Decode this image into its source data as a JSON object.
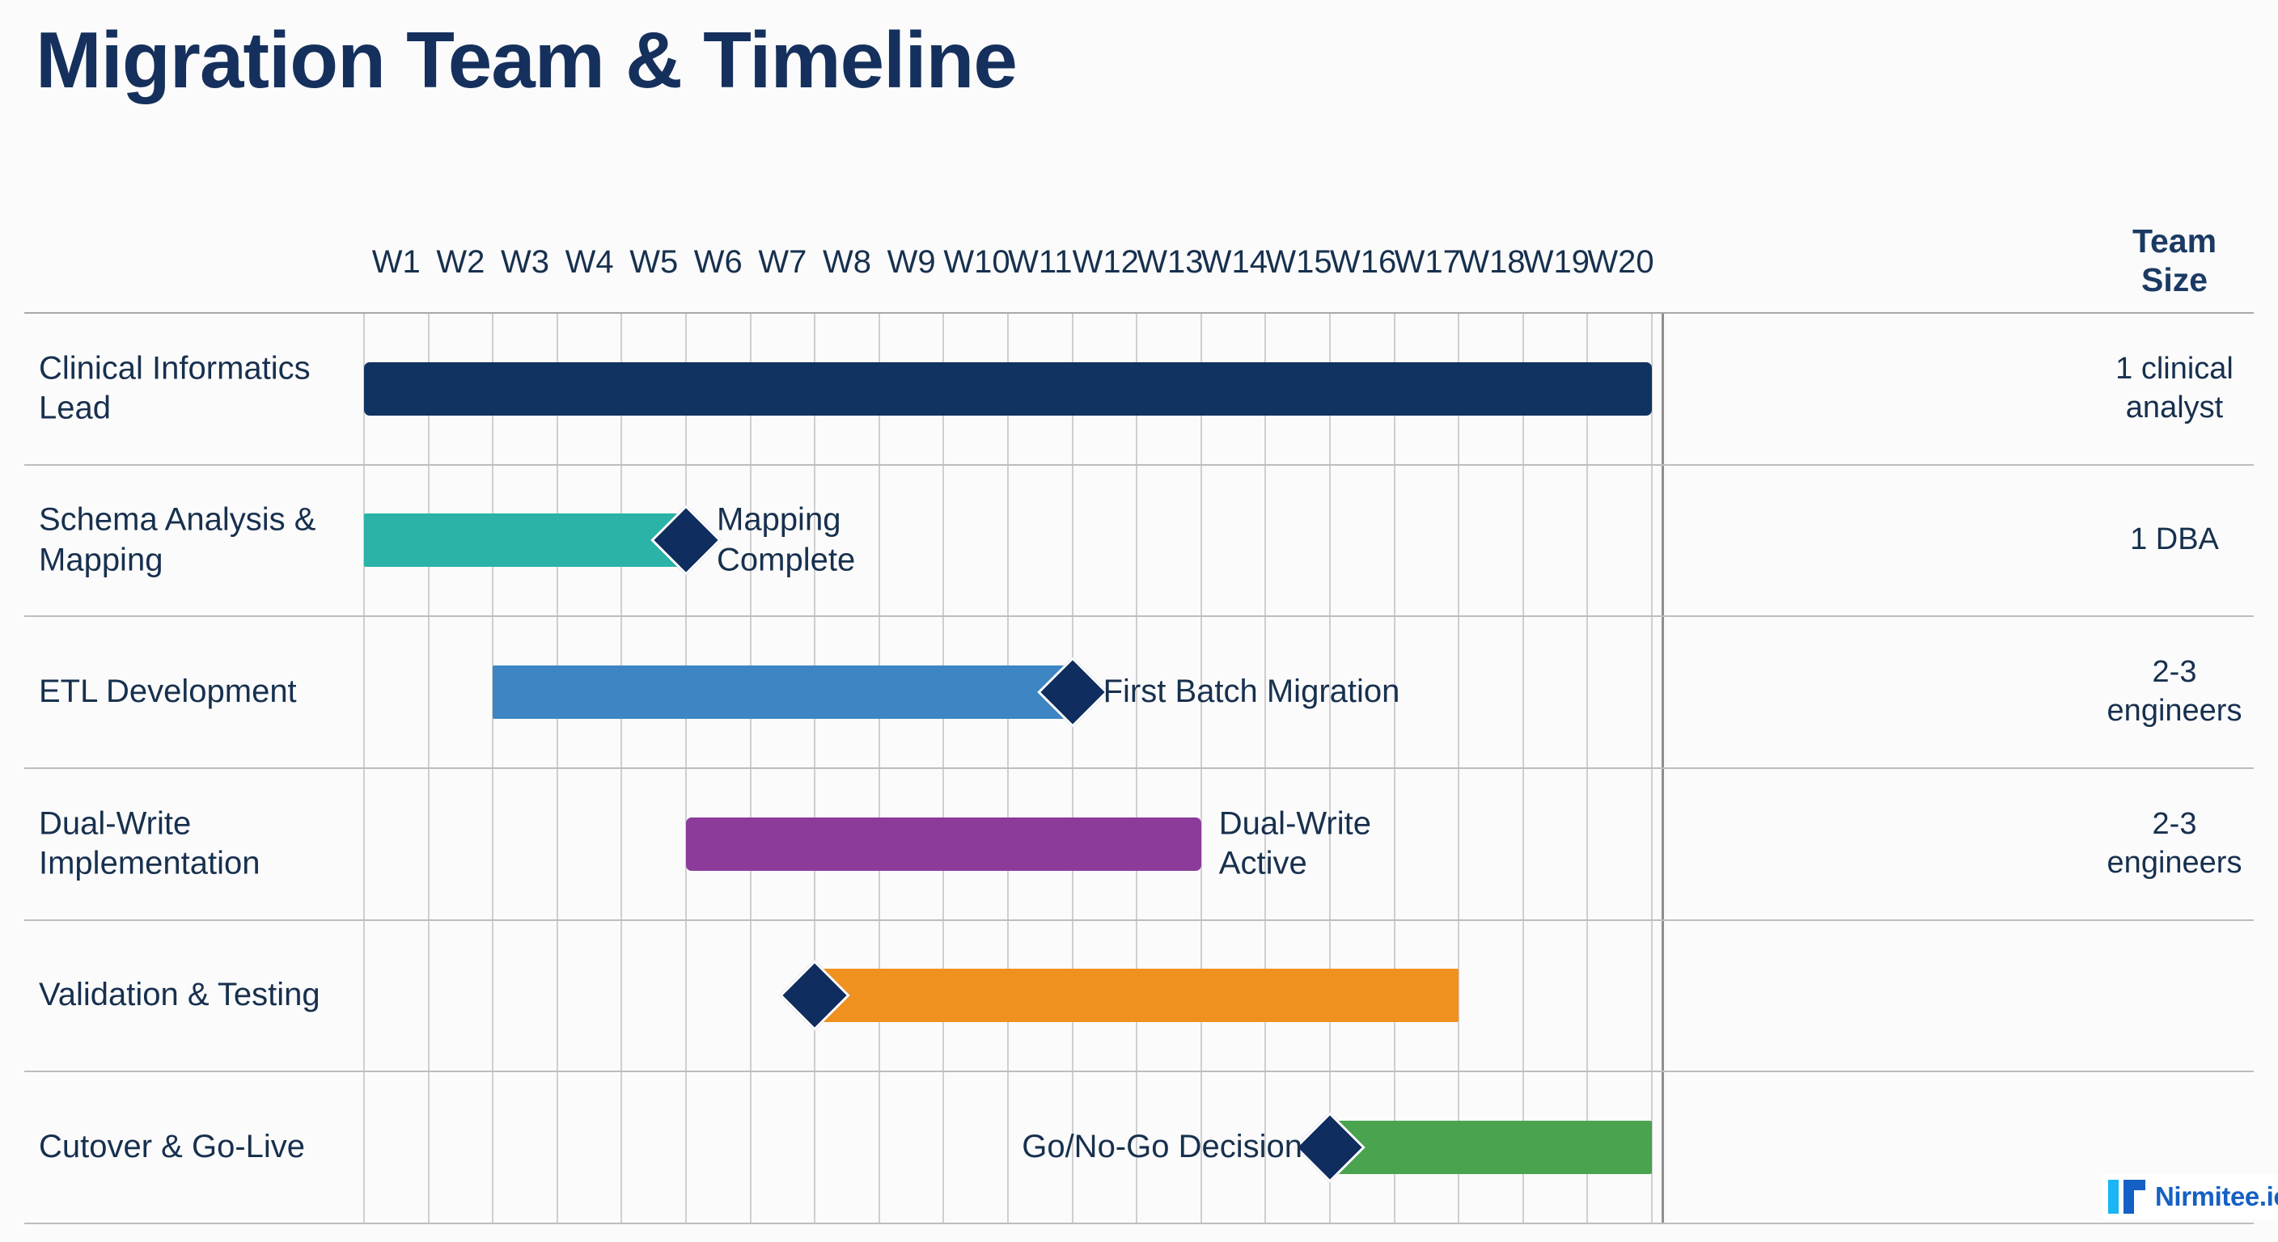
{
  "title": "Migration Team & Timeline",
  "brand": {
    "logo_text": "Nirmitee.io",
    "logo_cyan": "#1ab6f5",
    "logo_blue": "#1560c4"
  },
  "colors": {
    "navy_text": "#17304e",
    "title": "#15305c",
    "grid_line": "#cfcfcf",
    "grid_major": "#8e8e8e",
    "milestone_diamond": "#0f2d5e",
    "background": "#fbfbfb"
  },
  "header": {
    "team_size_label": "Team\nSize",
    "weeks": [
      "W1",
      "W2",
      "W3",
      "W4",
      "W5",
      "W6",
      "W7",
      "W8",
      "W9",
      "W10",
      "W11",
      "W12",
      "W13",
      "W14",
      "W15",
      "W16",
      "W17",
      "W18",
      "W19",
      "W20"
    ]
  },
  "chart_data": {
    "type": "bar",
    "title": "Migration Team & Timeline",
    "xlabel": "",
    "ylabel": "",
    "categories": [
      "Clinical Informatics Lead",
      "Schema Analysis & Mapping",
      "ETL Development",
      "Dual-Write Implementation",
      "Validation & Testing",
      "Cutover & Go-Live"
    ],
    "x_tick_labels": [
      "W1",
      "W2",
      "W3",
      "W4",
      "W5",
      "W6",
      "W7",
      "W8",
      "W9",
      "W10",
      "W11",
      "W12",
      "W13",
      "W14",
      "W15",
      "W16",
      "W17",
      "W18",
      "W19",
      "W20"
    ],
    "xlim": [
      1,
      21
    ],
    "grid": true,
    "legend": "none",
    "tasks": [
      {
        "name": "Clinical Informatics Lead",
        "start_week": 1,
        "end_week": 21,
        "duration_weeks": 20,
        "color": "#103362",
        "team_size": "1 clinical\nanalyst",
        "milestone": null,
        "milestone_label": "",
        "milestone_week": null,
        "rounded": true
      },
      {
        "name": "Schema Analysis & Mapping",
        "start_week": 1,
        "end_week": 6,
        "duration_weeks": 5,
        "color": "#2ab3a6",
        "team_size": "1 DBA",
        "milestone": true,
        "milestone_label": "Mapping\nComplete",
        "milestone_week": 6,
        "rounded": false
      },
      {
        "name": "ETL Development",
        "start_week": 3,
        "end_week": 12,
        "duration_weeks": 9,
        "color": "#3d85c3",
        "team_size": "2-3\nengineers",
        "milestone": true,
        "milestone_label": "First Batch Migration",
        "milestone_week": 12,
        "rounded": false
      },
      {
        "name": "Dual-Write Implementation",
        "start_week": 6,
        "end_week": 14,
        "duration_weeks": 8,
        "color": "#8c3b9b",
        "team_size": "2-3\nengineers",
        "milestone": false,
        "milestone_label": "Dual-Write\nActive",
        "milestone_week": null,
        "rounded": true
      },
      {
        "name": "Validation & Testing",
        "start_week": 8,
        "end_week": 18,
        "duration_weeks": 10,
        "color": "#f0901f",
        "team_size": "",
        "milestone": true,
        "milestone_label": "",
        "milestone_week": 8,
        "rounded": false
      },
      {
        "name": "Cutover & Go-Live",
        "start_week": 16,
        "end_week": 21,
        "duration_weeks": 5,
        "color": "#4aa34e",
        "team_size": "",
        "milestone": true,
        "milestone_label": "Go/No-Go Decision",
        "milestone_week": 16,
        "milestone_label_side": "left",
        "rounded": false
      }
    ]
  }
}
